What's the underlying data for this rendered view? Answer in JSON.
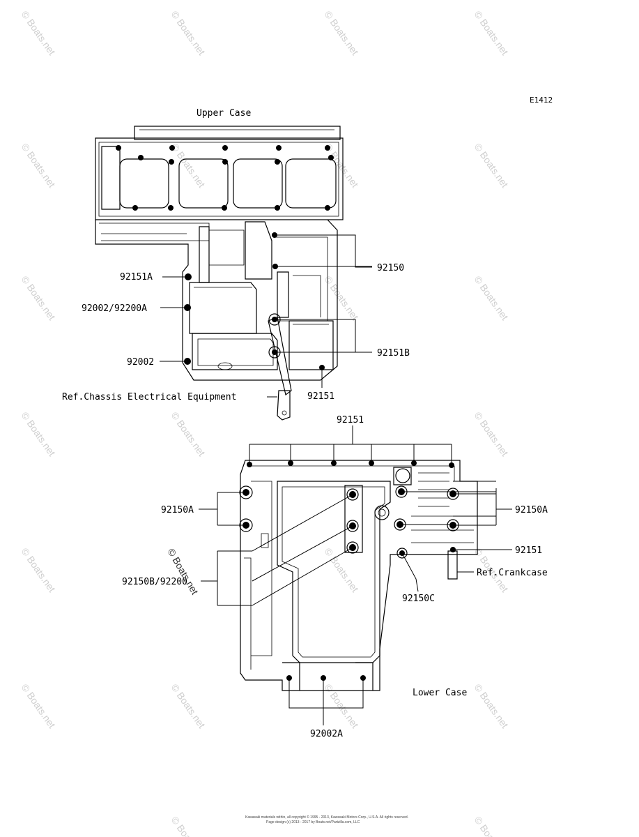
{
  "figure_code": "E1412",
  "upper_case_label": "Upper Case",
  "lower_case_label": "Lower Case",
  "watermark_text": "© Boats.net",
  "callouts": {
    "upper_92150": "92150",
    "upper_92151A": "92151A",
    "upper_92002_92200A": "92002/92200A",
    "upper_92151B": "92151B",
    "upper_92002": "92002",
    "upper_92151": "92151",
    "ref_chassis": "Ref.Chassis Electrical Equipment",
    "lower_92151_top": "92151",
    "lower_92150A_left": "92150A",
    "lower_92150A_right": "92150A",
    "lower_92151_right": "92151",
    "ref_crankcase": "Ref.Crankcase",
    "lower_92150B_92200": "92150B/92200",
    "lower_92150C": "92150C",
    "lower_92002A": "92002A"
  },
  "footer_line1": "Kawasaki materials within, all copyright © 1995 - 2013, Kawasaki Motors Corp., U.S.A.  All rights reserved.",
  "footer_line2": "Page design (c) 2013 - 2017 by Boats.net/Partzilla.com, LLC"
}
